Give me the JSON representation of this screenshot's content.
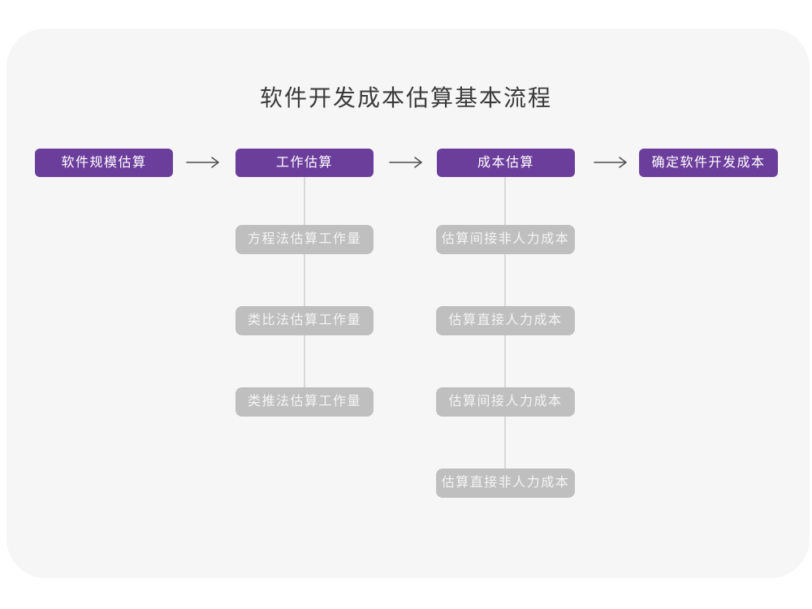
{
  "title": "软件开发成本估算基本流程",
  "colors": {
    "accent-purple": "#6C3E9C",
    "substep-gray": "#BFBFBF",
    "substep-text": "#F4F4F4",
    "connector": "#D8D8D8",
    "arrow": "#4D4D4D",
    "title-text": "#3A3A3A",
    "card-bg": "#F6F6F6",
    "page-bg": "#FFFFFF"
  },
  "flow": {
    "stages": [
      {
        "label": "软件规模估算",
        "substeps": []
      },
      {
        "label": "工作估算",
        "substeps": [
          "方程法估算工作量",
          "类比法估算工作量",
          "类推法估算工作量"
        ]
      },
      {
        "label": "成本估算",
        "substeps": [
          "估算间接非人力成本",
          "估算直接人力成本",
          "估算间接人力成本",
          "估算直接非人力成本"
        ]
      },
      {
        "label": "确定软件开发成本",
        "substeps": []
      }
    ]
  }
}
